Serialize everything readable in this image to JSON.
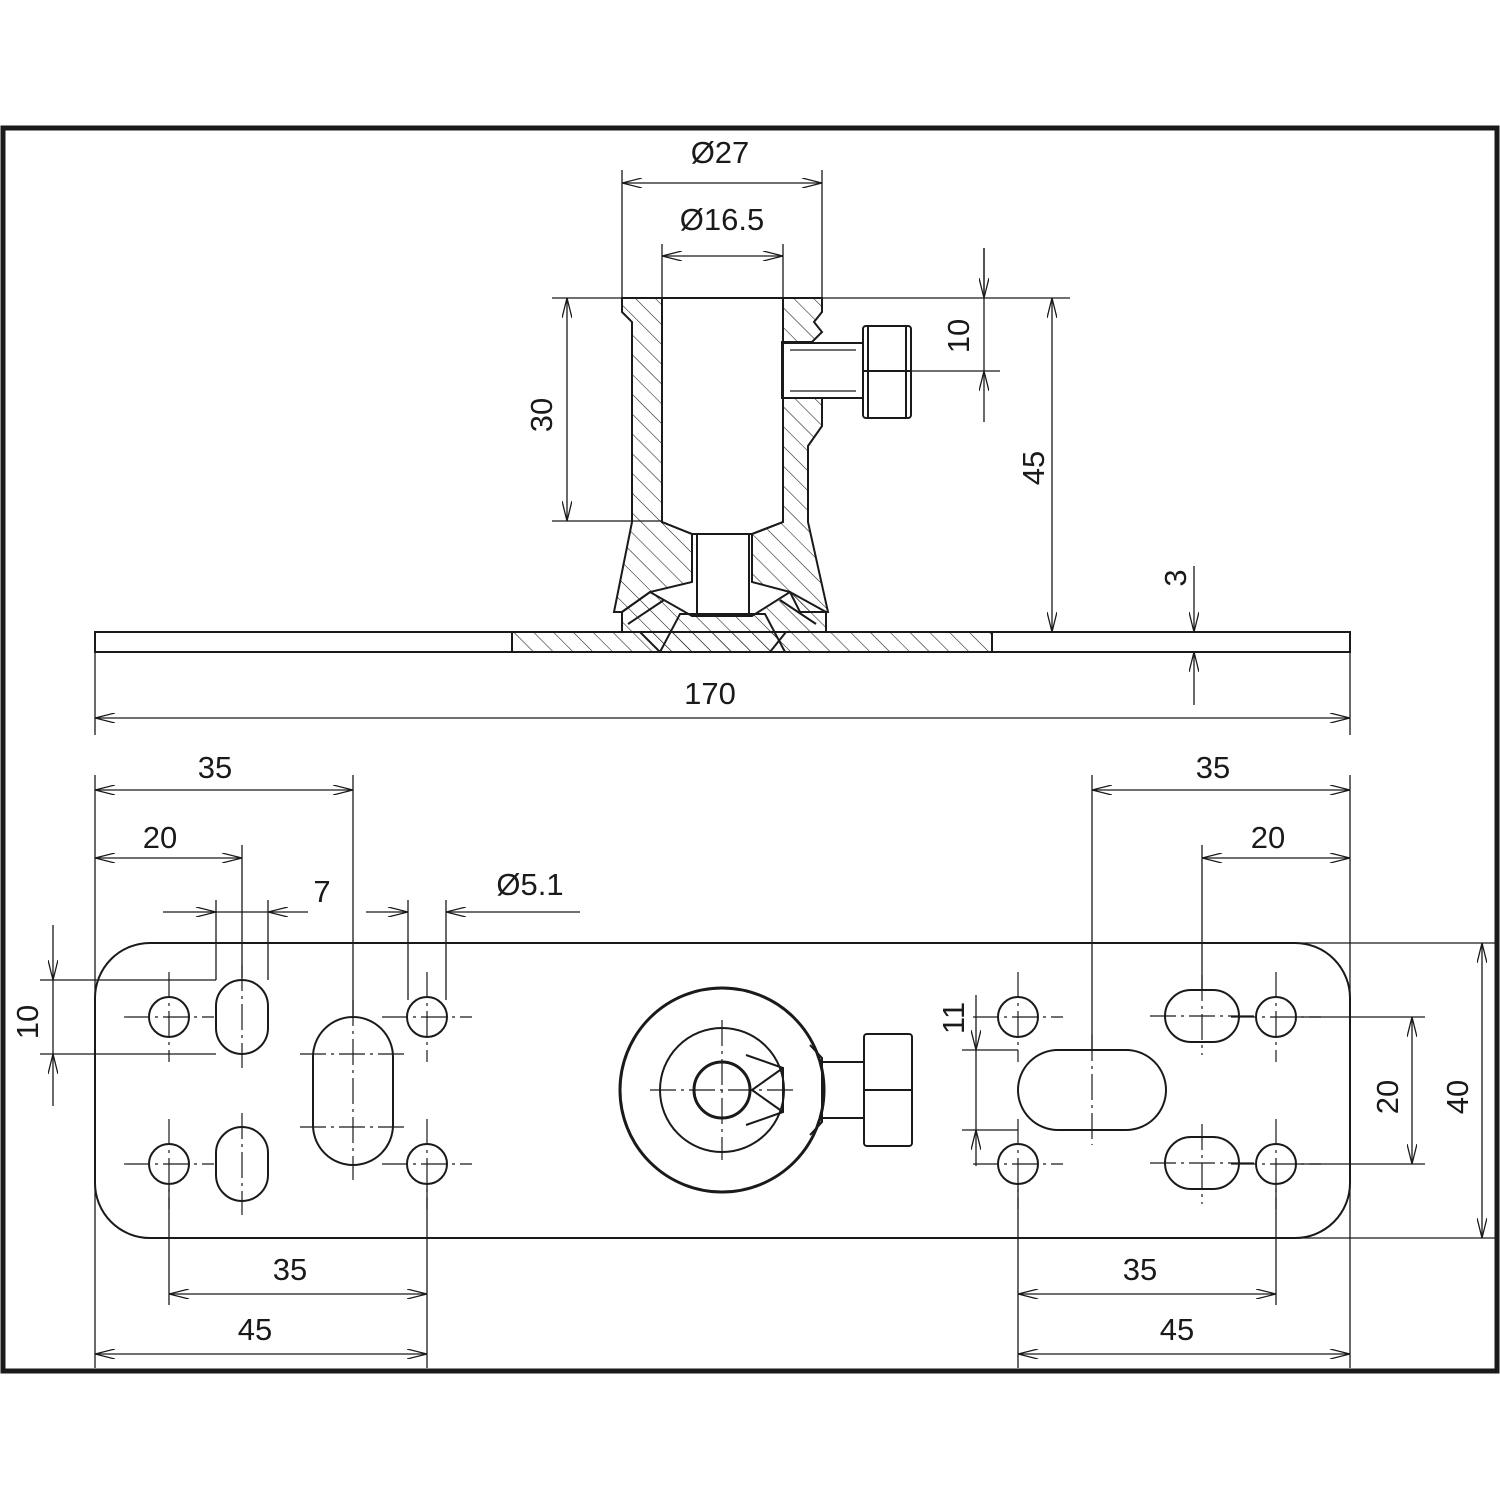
{
  "labels": {
    "dia_outer": "Ø27",
    "dia_inner": "Ø16.5",
    "socket_depth": "30",
    "screw_offset": "10",
    "total_height": "45",
    "plate_thickness": "3",
    "total_length": "170",
    "left_35_top": "35",
    "left_20_top": "20",
    "slot_width": "7",
    "hole_dia": "Ø5.1",
    "left_10": "10",
    "left_35_bottom": "35",
    "left_45_bottom": "45",
    "right_35_top": "35",
    "right_20_top": "20",
    "right_11": "11",
    "right_20_side": "20",
    "right_40_side": "40",
    "right_35_bottom": "35",
    "right_45_bottom": "45"
  }
}
